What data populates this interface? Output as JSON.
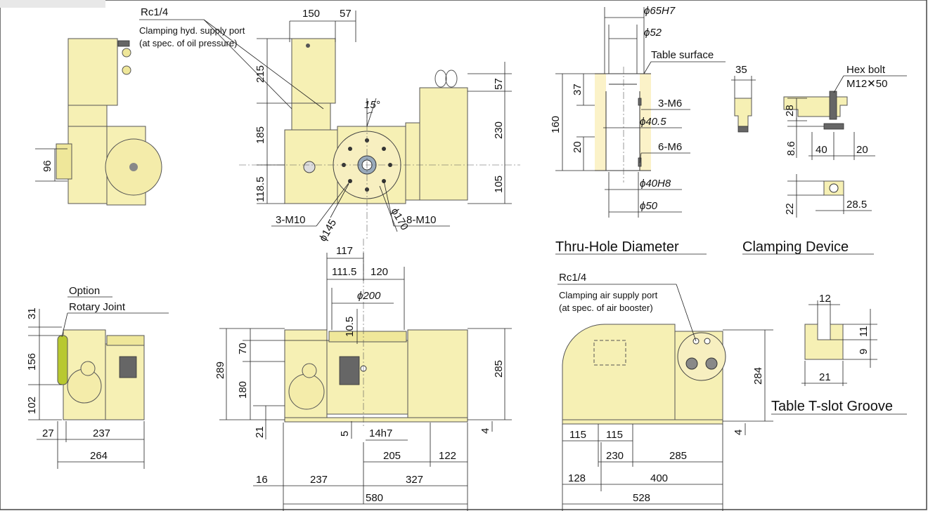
{
  "colors": {
    "body": "#f6f0b4",
    "shade": "#efe79a",
    "highlight": "#fbf2c8",
    "line": "#222222"
  },
  "top_view": {
    "port_label": "Rc1/4",
    "port_desc_1": "Clamping hyd. supply port",
    "port_desc_2": "(at spec. of oil pressure)",
    "angle": "15°",
    "dims": [
      "150",
      "57",
      "215",
      "185",
      "118.5",
      "57",
      "230",
      "105",
      "96",
      "3-M10",
      "ϕ145",
      "ϕ170",
      "8-M10"
    ]
  },
  "side_view": {
    "option_label": "Option",
    "rotary_joint_label": "Rotary Joint",
    "dims": [
      "31",
      "156",
      "102",
      "27",
      "237",
      "264"
    ]
  },
  "front_view": {
    "dims": [
      "117",
      "111.5",
      "120",
      "ϕ200",
      "10.5",
      "289",
      "70",
      "180",
      "21",
      "285",
      "5",
      "14h7",
      "4",
      "205",
      "122",
      "16",
      "237",
      "327",
      "580"
    ]
  },
  "thru_hole": {
    "caption": "Thru-Hole Diameter",
    "table_surface": "Table surface",
    "dims": [
      "ϕ65H7",
      "ϕ52",
      "37",
      "160",
      "20",
      "3-M6",
      "ϕ40.5",
      "6-M6",
      "ϕ40H8",
      "ϕ50"
    ]
  },
  "clamping_device": {
    "caption": "Clamping Device",
    "hex_bolt": "Hex bolt",
    "hex_bolt_size": "M12✕50",
    "dims": [
      "35",
      "28",
      "8.6",
      "40",
      "20",
      "22",
      "28.5"
    ]
  },
  "rear_view": {
    "port_label": "Rc1/4",
    "port_desc_1": "Clamping air supply port",
    "port_desc_2": "(at spec. of air booster)",
    "dims": [
      "284",
      "4",
      "115",
      "115",
      "230",
      "285",
      "128",
      "400",
      "528"
    ]
  },
  "tslot": {
    "caption": "Table T-slot Groove",
    "dims": [
      "12",
      "11",
      "9",
      "21"
    ]
  }
}
